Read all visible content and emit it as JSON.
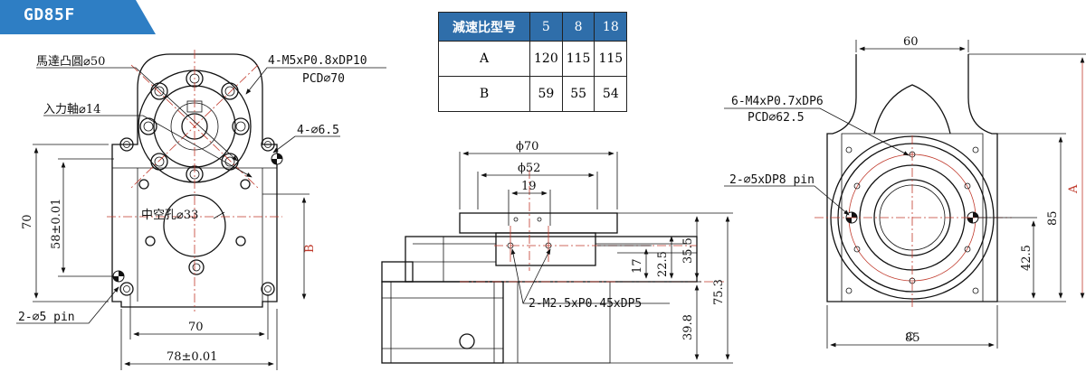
{
  "model": "GD85F",
  "colors": {
    "tag": "#2e7ec4",
    "table_header": "#2f6eaa",
    "centerline": "#c0392b"
  },
  "table": {
    "header": "減速比型号",
    "ratios": [
      "5",
      "8",
      "18"
    ],
    "rows": [
      {
        "label": "A",
        "values": [
          "120",
          "115",
          "115"
        ]
      },
      {
        "label": "B",
        "values": [
          "59",
          "55",
          "54"
        ]
      }
    ]
  },
  "front_view": {
    "boss_label": "馬達凸圓⌀50",
    "thread_label": "4-M5xP0.8xDP10",
    "pcd_label": "PCD⌀70",
    "shaft_label": "入力軸⌀14",
    "hole_label": "4-⌀6.5",
    "hollow_label": "中空孔⌀33",
    "pin_label": "2-⌀5 pin",
    "dim_height": "70",
    "dim_pin": "58±0.01",
    "dim_width": "70",
    "dim_width2": "78±0.01",
    "dim_ref": "B"
  },
  "side_view": {
    "dim_d70": "ϕ70",
    "dim_d52": "ϕ52",
    "dim_19": "19",
    "dim_17": "17",
    "dim_22_5": "22.5",
    "dim_35_5": "35.5",
    "dim_75_3": "75.3",
    "dim_39_8": "39.8",
    "thread_label": "2-M2.5xP0.45xDP5"
  },
  "rear_view": {
    "dim_top": "60",
    "thread_label": "6-M4xP0.7xDP6",
    "pcd_label": "PCD⌀62.5",
    "pin_label": "2-⌀5xDP8 pin",
    "dim_height": "85",
    "dim_half": "42.5",
    "dim_width": "85",
    "dim_ref": "A"
  }
}
